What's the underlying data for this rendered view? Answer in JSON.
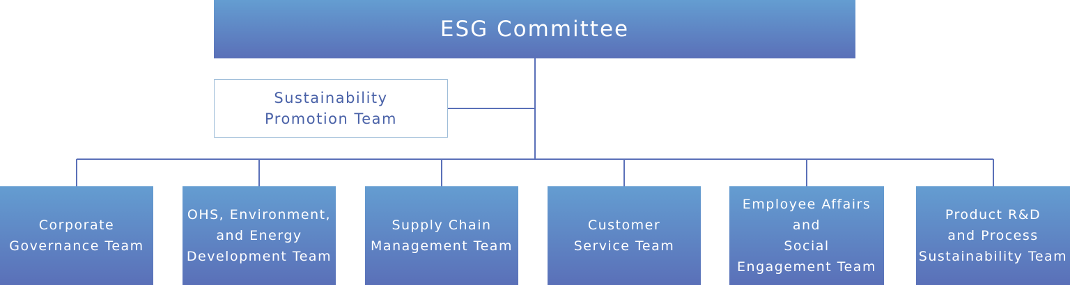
{
  "colors": {
    "box_gradient_top": "#649dd1",
    "box_gradient_bottom": "#5a70b8",
    "promotion_text": "#4a62a8",
    "promotion_border": "#9dbcd8",
    "connector_line": "#5a70b8"
  },
  "diagram": {
    "top": {
      "label": "ESG Committee"
    },
    "promotion": {
      "label": "Sustainability\nPromotion Team"
    },
    "teams": [
      {
        "label": "Corporate\nGovernance Team"
      },
      {
        "label": "OHS, Environment,\nand Energy\nDevelopment Team"
      },
      {
        "label": "Supply Chain\nManagement Team"
      },
      {
        "label": "Customer\nService Team"
      },
      {
        "label": "Employee Affairs and\nSocial\nEngagement Team"
      },
      {
        "label": "Product R&D\nand Process\nSustainability Team"
      }
    ]
  }
}
